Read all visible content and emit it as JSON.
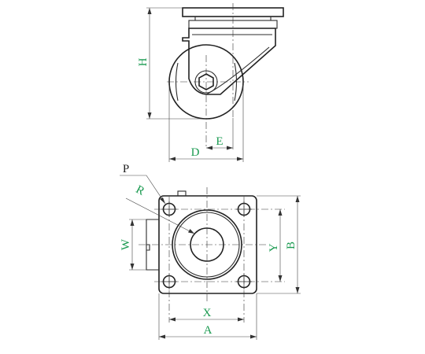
{
  "labels": {
    "H": "H",
    "E": "E",
    "D": "D",
    "P": "P",
    "R": "R",
    "W": "W",
    "Y": "Y",
    "B": "B",
    "X": "X",
    "A": "A"
  },
  "colors": {
    "label": "#1a9a50",
    "line": "#2b2b2b"
  }
}
